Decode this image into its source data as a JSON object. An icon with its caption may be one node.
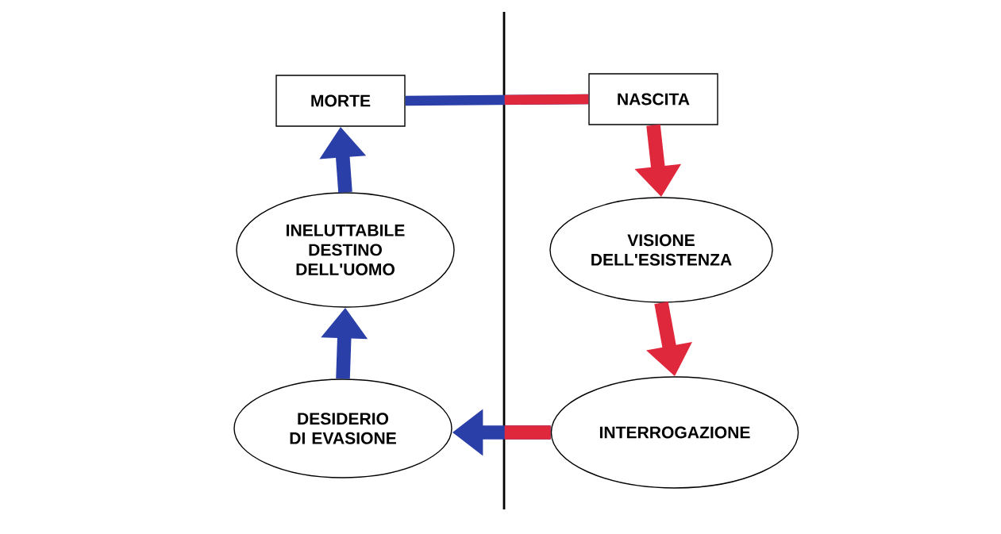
{
  "diagram": {
    "nodes": [
      {
        "text": [
          "MORTE"
        ]
      },
      {
        "text": [
          "NASCITA"
        ]
      },
      {
        "text": [
          "VISIONE DELL'ESISTENZA"
        ]
      },
      {
        "text": [
          "INTERROGAZIONE"
        ]
      },
      {
        "text": [
          "DESIDERIO DI EVASIONE"
        ]
      },
      {
        "text": [
          "INELUTTABILE DESTINO DELL'UOMO"
        ]
      }
    ],
    "edges": [
      {
        "from": 0,
        "to": 1,
        "arrow": "none"
      },
      {
        "from": 1,
        "to": 2,
        "arrow": "to",
        "color": "#e0283c"
      },
      {
        "from": 2,
        "to": 3,
        "arrow": "to",
        "color": "#e0283c"
      },
      {
        "from": 3,
        "to": 4,
        "arrow": "to"
      },
      {
        "from": 4,
        "to": 5,
        "arrow": "to"
      },
      {
        "from": 5,
        "to": 0,
        "arrow": "to"
      }
    ]
  }
}
